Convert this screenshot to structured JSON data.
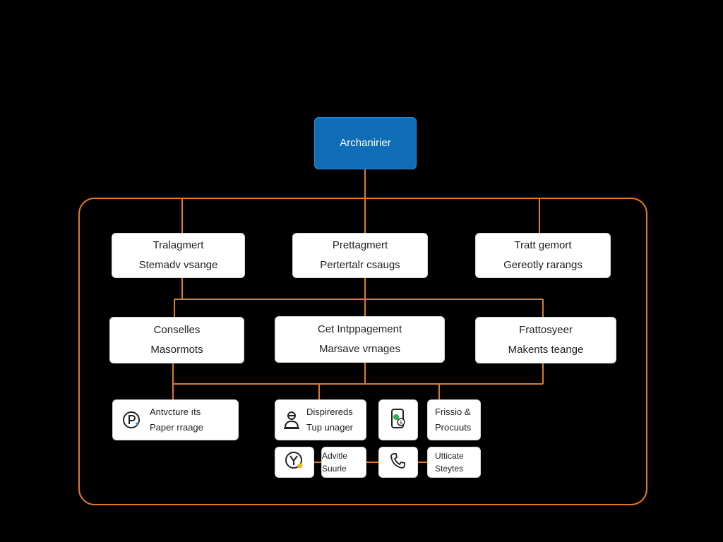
{
  "colors": {
    "background": "#000000",
    "connector": "#e07a25",
    "root_fill": "#0e6db5",
    "node_fill": "#ffffff"
  },
  "root": {
    "label": "Archanirier"
  },
  "level1": [
    {
      "title": "Tralagmert",
      "subtitle": "Stemadv vsange"
    },
    {
      "title": "Prettagmert",
      "subtitle": "Pertertalr csaugs"
    },
    {
      "title": "Tratt gemort",
      "subtitle": "Gereotly rarangs"
    }
  ],
  "level2": [
    {
      "title": "Conselles",
      "subtitle": "Masormots"
    },
    {
      "title": "Cet Intppagement",
      "subtitle": "Marsave vrnages"
    },
    {
      "title": "Frattosyeer",
      "subtitle": "Makents teange"
    }
  ],
  "level3": {
    "tile_a": {
      "line1": "Antvcture ıts",
      "line2": "Paper rraage",
      "icon": "parking-icon"
    },
    "tile_b": {
      "line1": "Dispirereds",
      "line2": "Tup unager",
      "icon": "person-icon"
    },
    "tile_c": {
      "icon": "phone-chat-icon"
    },
    "tile_d": {
      "line1": "Frissio &",
      "line2": "Procuuts"
    },
    "tile_e": {
      "icon": "circle-y-icon"
    },
    "tile_f": {
      "line1": "Advitle",
      "line2": "Suurle"
    },
    "tile_g": {
      "icon": "phone-icon"
    },
    "tile_h": {
      "line1": "Utticate",
      "line2": "Steytes"
    }
  }
}
